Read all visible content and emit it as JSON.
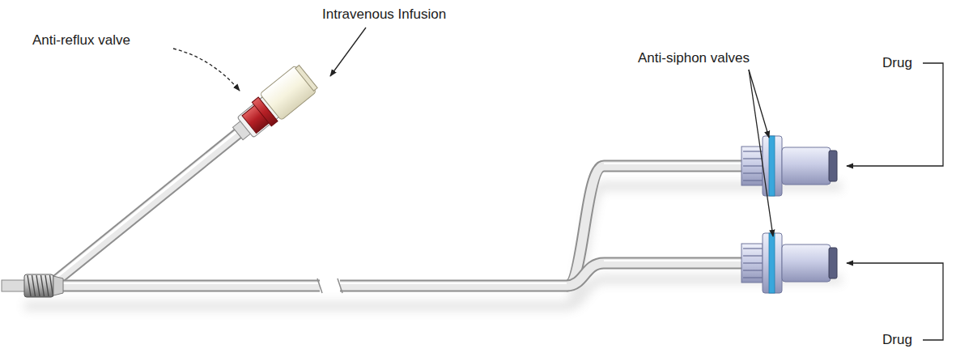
{
  "diagram": {
    "labels": [
      "Intravenous Infusion",
      "Anti-reflux valve",
      "Anti-siphon valves",
      "Drug",
      "Drug"
    ]
  }
}
